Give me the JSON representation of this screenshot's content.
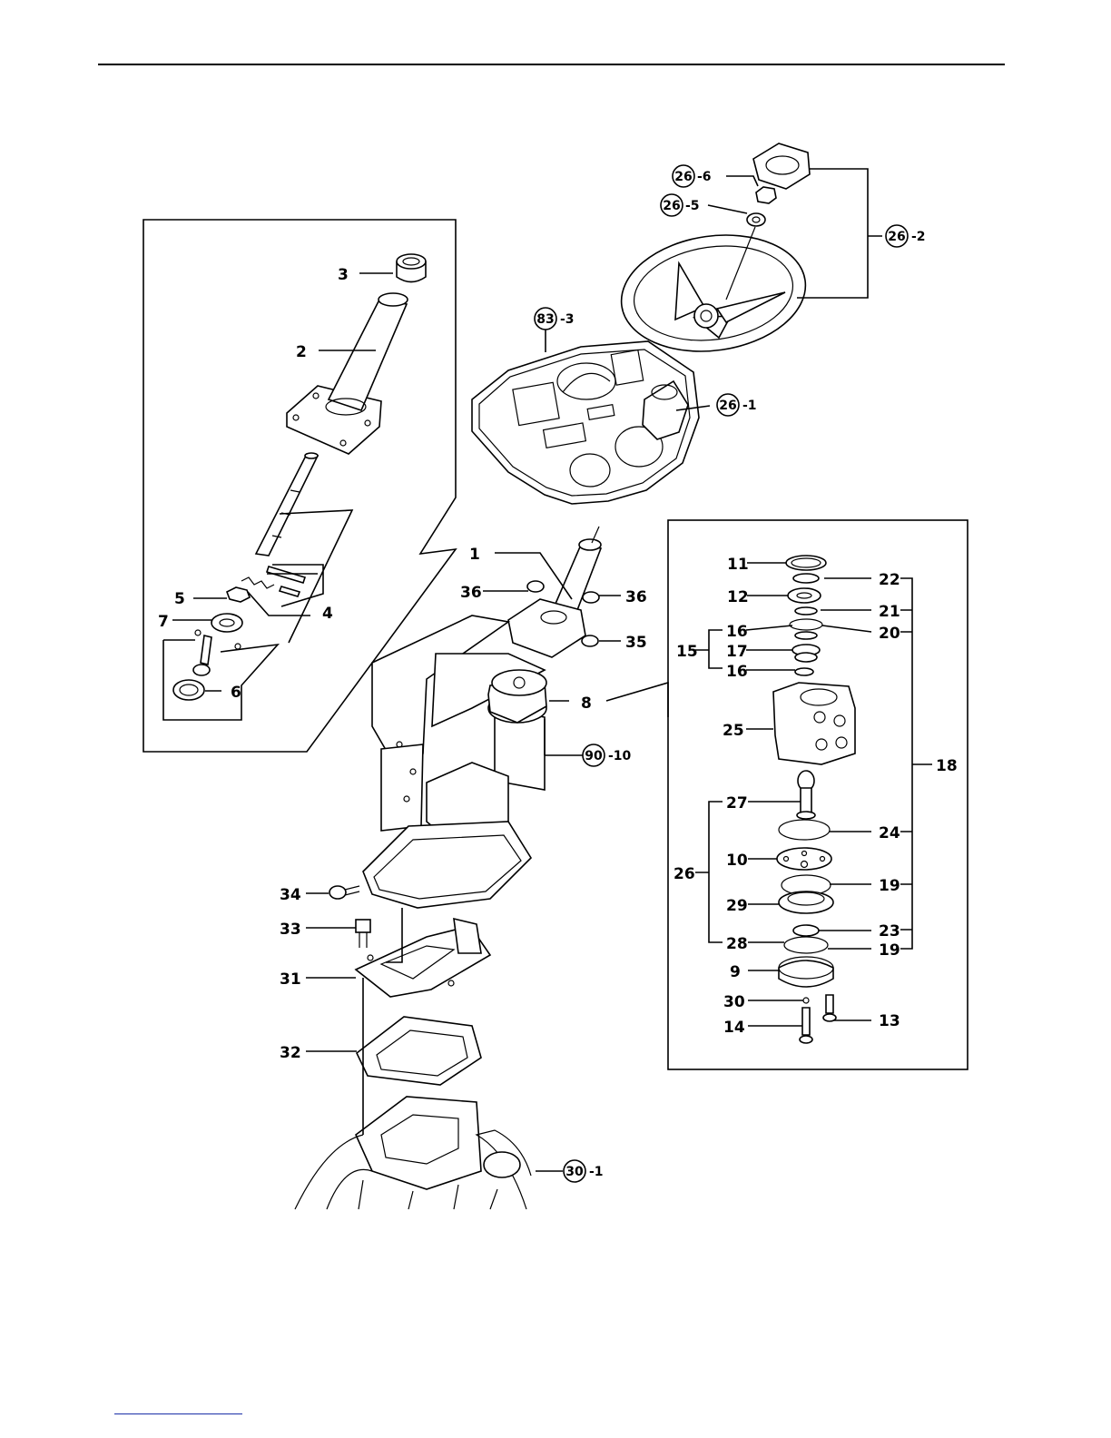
{
  "callouts": {
    "p1": "1",
    "p2": "2",
    "p3": "3",
    "p4": "4",
    "p5": "5",
    "p6": "6",
    "p7": "7",
    "p8": "8",
    "p9": "9",
    "p10": "10",
    "p11": "11",
    "p12": "12",
    "p13": "13",
    "p14": "14",
    "p15": "15",
    "p16a": "16",
    "p16b": "16",
    "p17": "17",
    "p18": "18",
    "p19a": "19",
    "p19b": "19",
    "p20": "20",
    "p21": "21",
    "p22": "22",
    "p23": "23",
    "p24": "24",
    "p25": "25",
    "p26": "26",
    "p27": "27",
    "p28": "28",
    "p29": "29",
    "p30": "30",
    "p31": "31",
    "p32": "32",
    "p33": "33",
    "p34": "34",
    "p35": "35",
    "p36a": "36",
    "p36b": "36"
  },
  "refs": {
    "r26_6": {
      "num": "26",
      "suffix": "-6"
    },
    "r26_5": {
      "num": "26",
      "suffix": "-5"
    },
    "r26_2": {
      "num": "26",
      "suffix": "-2"
    },
    "r26_1": {
      "num": "26",
      "suffix": "-1"
    },
    "r83_3": {
      "num": "83",
      "suffix": "-3"
    },
    "r90_10": {
      "num": "90",
      "suffix": "-10"
    },
    "r30_1": {
      "num": "30",
      "suffix": "-1"
    }
  }
}
